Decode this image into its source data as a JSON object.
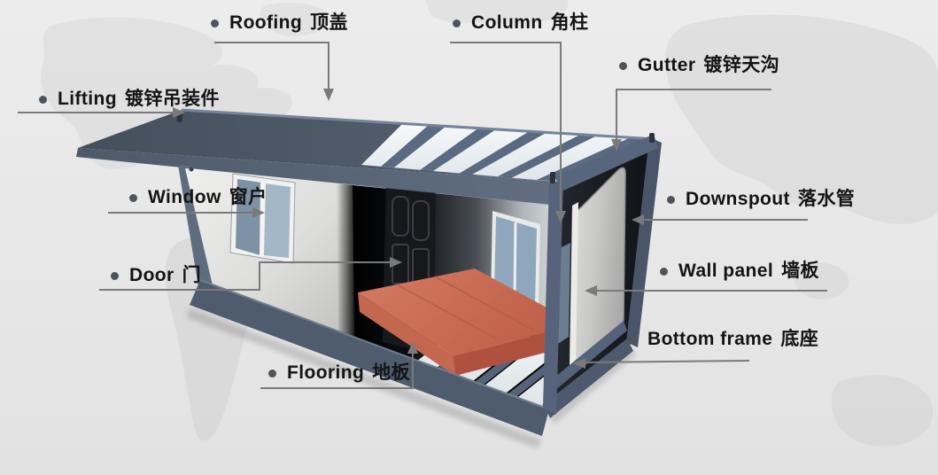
{
  "title": "Container house components diagram",
  "labels": [
    {
      "id": "roofing",
      "en": "Roofing",
      "zh": "顶盖"
    },
    {
      "id": "column",
      "en": "Column",
      "zh": "角柱"
    },
    {
      "id": "gutter",
      "en": "Gutter",
      "zh": "镀锌天沟"
    },
    {
      "id": "lifting",
      "en": "Lifting",
      "zh": "镀锌吊装件"
    },
    {
      "id": "window",
      "en": "Window",
      "zh": "窗户"
    },
    {
      "id": "door",
      "en": "Door",
      "zh": "门"
    },
    {
      "id": "downspout",
      "en": "Downspout",
      "zh": "落水管"
    },
    {
      "id": "wallpanel",
      "en": "Wall panel",
      "zh": "墙板"
    },
    {
      "id": "bottomframe",
      "en": "Bottom frame",
      "zh": "底座"
    },
    {
      "id": "flooring",
      "en": "Flooring",
      "zh": "地板"
    }
  ],
  "colors": {
    "background": "#e9e9e9",
    "map_shape": "#d4d4d4",
    "steel_frame": "#57667c",
    "steel_frame_dark": "#49566a",
    "roof_dark": "#4a545f",
    "wall_panel_light": "#ececea",
    "wall_panel_shade": "#c3c4c0",
    "window_glass": "#8fa3b5",
    "interior_dark": "#0c0e11",
    "flooring_red": "#cb6f57",
    "deck_white": "#eff2f3",
    "leader_line": "#7a7a7a",
    "bullet": "#4e545b",
    "text": "#141414"
  }
}
